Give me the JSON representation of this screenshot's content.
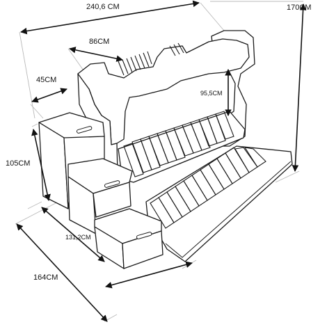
{
  "dimensions": {
    "total_length": "240,6 CM",
    "total_height": "170CM",
    "upper_bed_width": "86CM",
    "stair_depth": "45CM",
    "stair_height": "105CM",
    "bed_clearance": "95,5CM",
    "stair_run": "131,2CM",
    "total_depth": "164CM"
  },
  "colors": {
    "line": "#1a1a1a",
    "dimension_arrow": "#111111",
    "extension_line": "#b9b9b9",
    "background": "#ffffff"
  }
}
